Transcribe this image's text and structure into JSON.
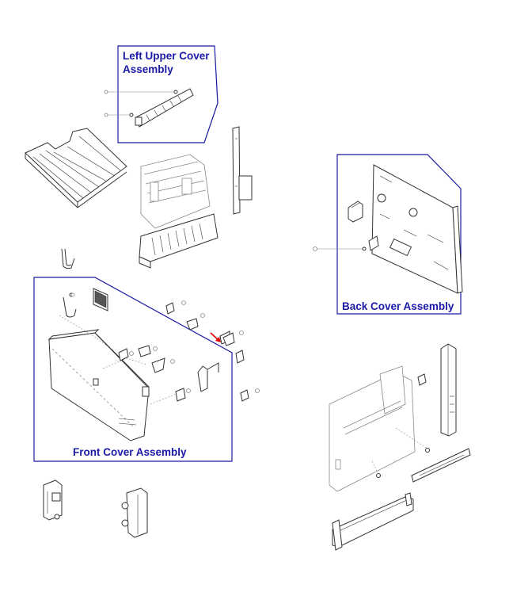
{
  "groups": {
    "left_upper_cover": {
      "label_line1": "Left Upper Cover",
      "label_line2": "Assembly"
    },
    "back_cover": {
      "label": "Back Cover Assembly"
    },
    "front_cover": {
      "label": "Front Cover Assembly"
    }
  },
  "colors": {
    "group_outline": "#1a1aa6",
    "label_text": "#1a1aa6",
    "pointer_arrow": "#e00000",
    "line_art": "#333333"
  }
}
